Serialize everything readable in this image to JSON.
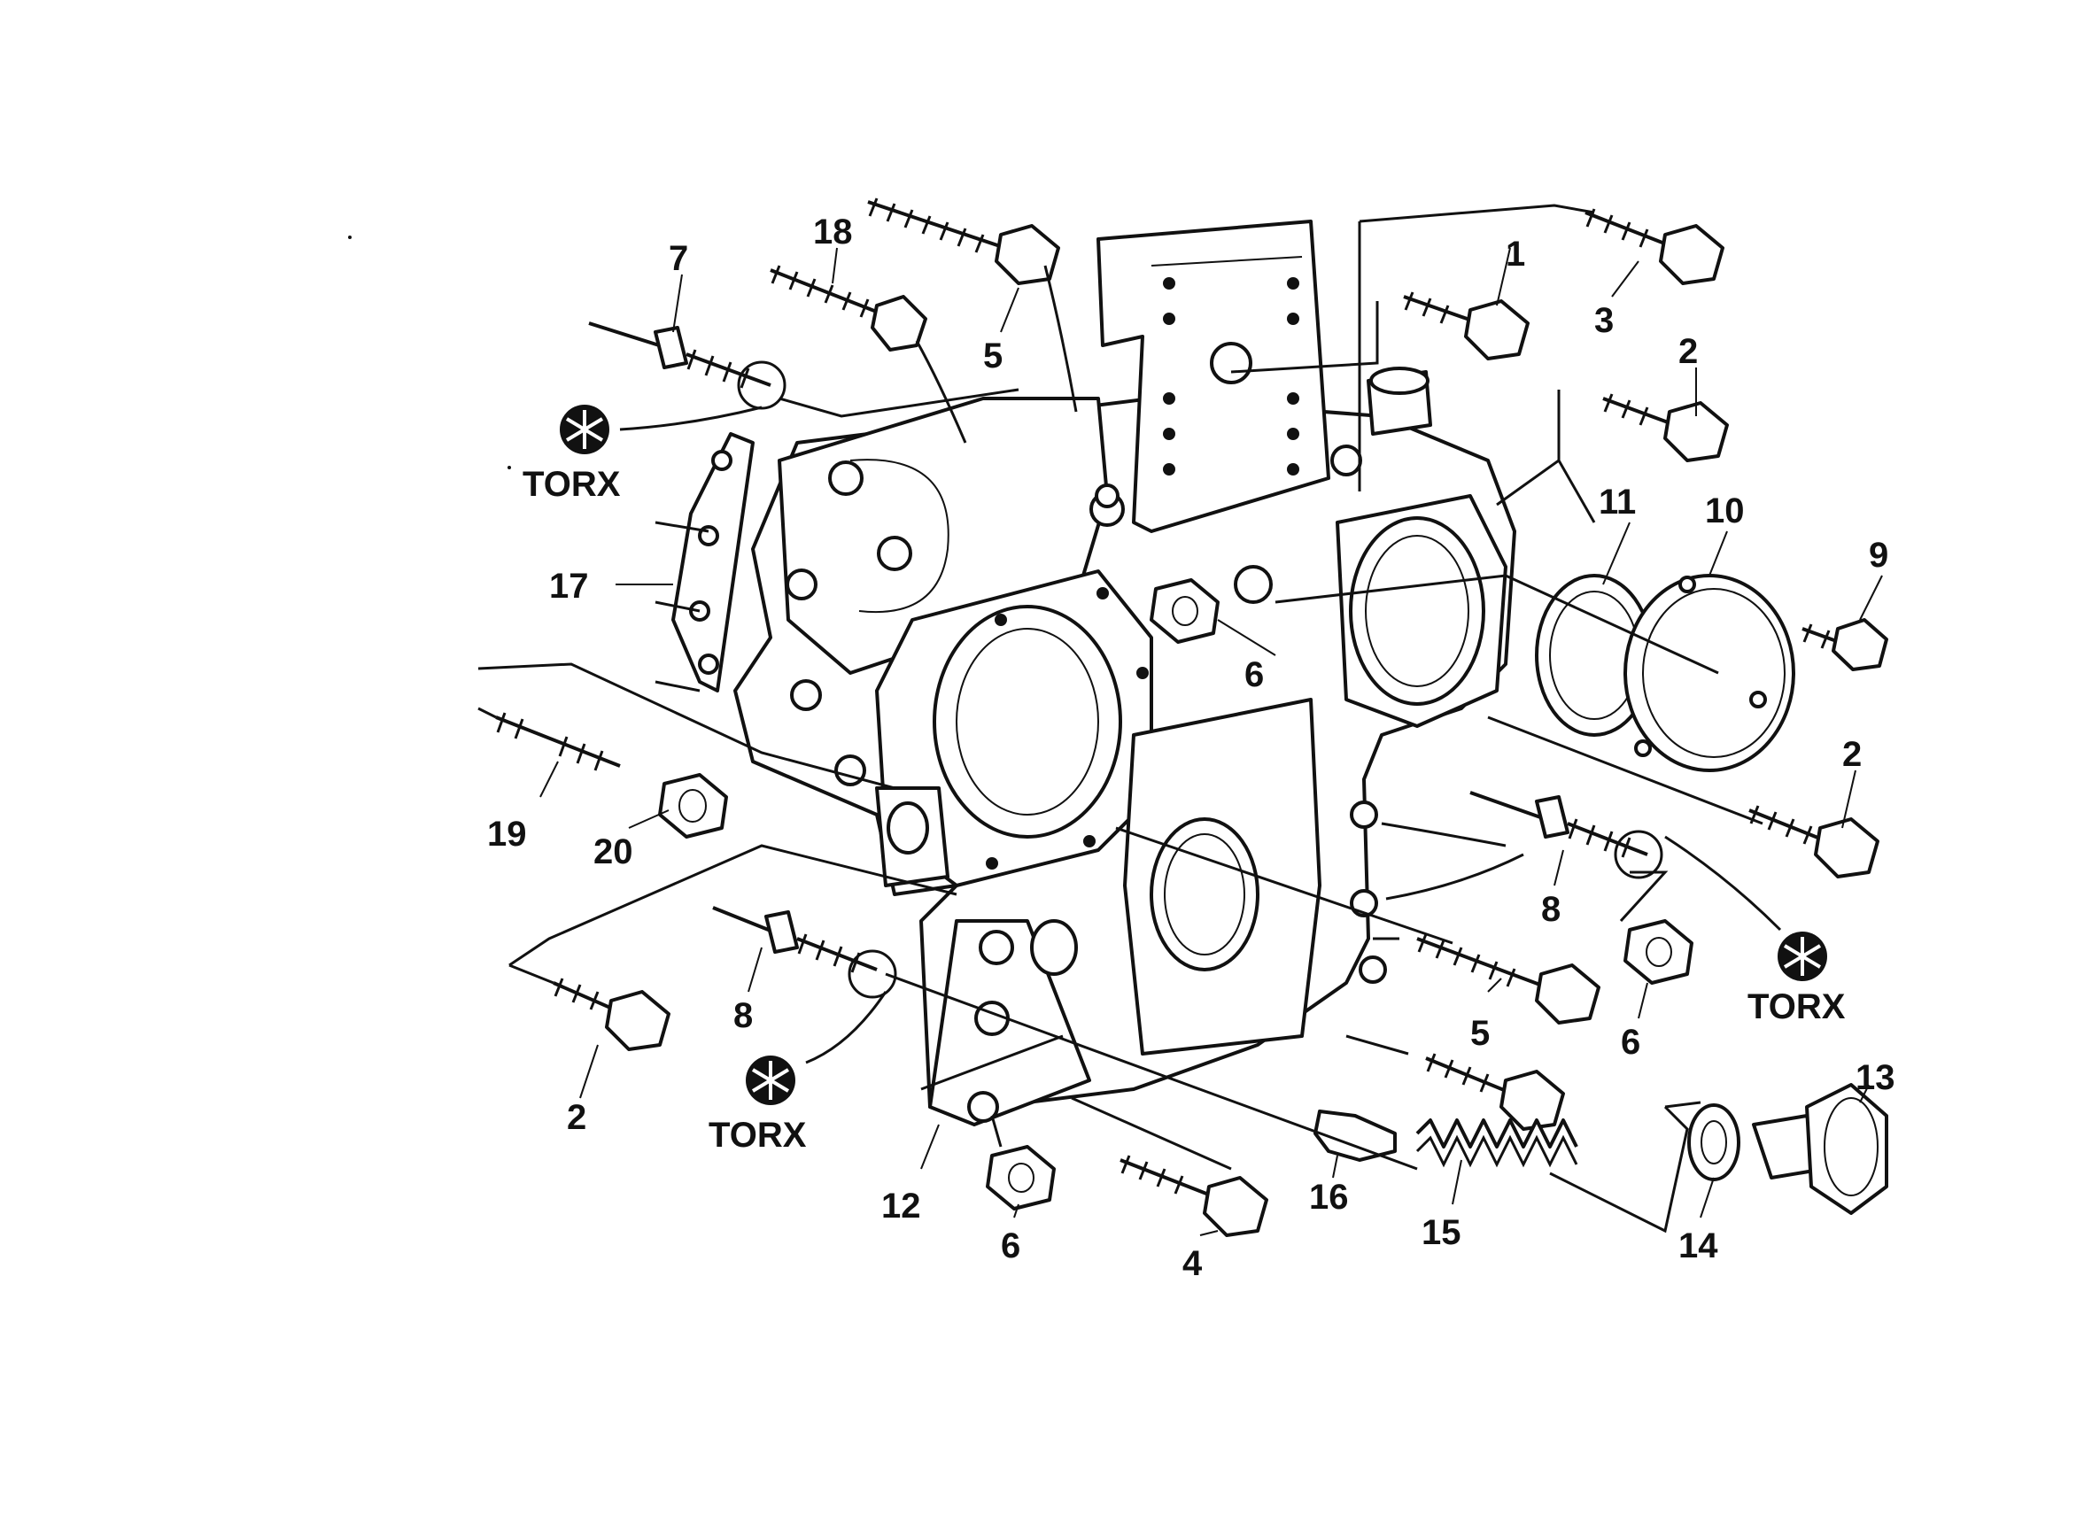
{
  "callouts": [
    {
      "id": "c1",
      "text": "1"
    },
    {
      "id": "c2a",
      "text": "2"
    },
    {
      "id": "c2b",
      "text": "2"
    },
    {
      "id": "c2c",
      "text": "2"
    },
    {
      "id": "c3",
      "text": "3"
    },
    {
      "id": "c4",
      "text": "4"
    },
    {
      "id": "c5a",
      "text": "5"
    },
    {
      "id": "c5b",
      "text": "5"
    },
    {
      "id": "c6a",
      "text": "6"
    },
    {
      "id": "c6b",
      "text": "6"
    },
    {
      "id": "c6c",
      "text": "6"
    },
    {
      "id": "c7",
      "text": "7"
    },
    {
      "id": "c8a",
      "text": "8"
    },
    {
      "id": "c8b",
      "text": "8"
    },
    {
      "id": "c9",
      "text": "9"
    },
    {
      "id": "c10",
      "text": "10"
    },
    {
      "id": "c11",
      "text": "11"
    },
    {
      "id": "c12",
      "text": "12"
    },
    {
      "id": "c13",
      "text": "13"
    },
    {
      "id": "c14",
      "text": "14"
    },
    {
      "id": "c15",
      "text": "15"
    },
    {
      "id": "c16",
      "text": "16"
    },
    {
      "id": "c17",
      "text": "17"
    },
    {
      "id": "c18",
      "text": "18"
    },
    {
      "id": "c19",
      "text": "19"
    },
    {
      "id": "c20",
      "text": "20"
    }
  ],
  "torx_labels": [
    "TORX",
    "TORX",
    "TORX"
  ],
  "icons": {
    "torx": "torx-star-icon",
    "bolt": "hex-bolt-icon",
    "nut": "hex-nut-icon"
  },
  "colors": {
    "ink": "#111111",
    "paper": "#ffffff"
  }
}
